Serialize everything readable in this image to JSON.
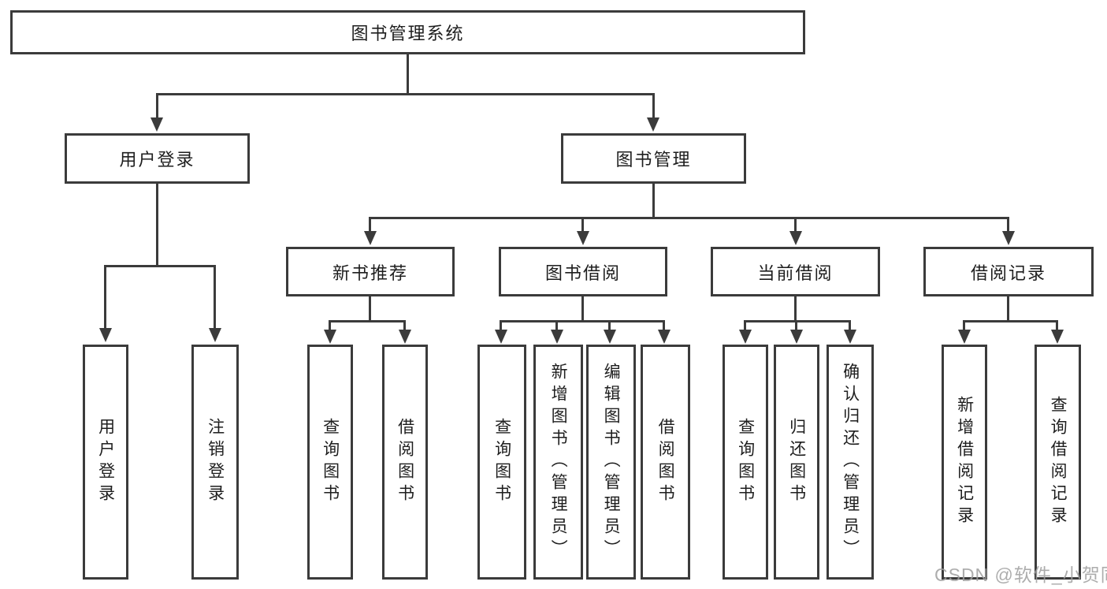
{
  "nodes": {
    "root": {
      "label": "图书管理系统"
    },
    "user_login": {
      "label": "用户登录"
    },
    "book_mgmt": {
      "label": "图书管理"
    },
    "new_book_rec": {
      "label": "新书推荐"
    },
    "book_borrow": {
      "label": "图书借阅"
    },
    "current_borrow": {
      "label": "当前借阅"
    },
    "borrow_records": {
      "label": "借阅记录"
    },
    "leaf_user_login": {
      "label": "用户登录"
    },
    "leaf_logout": {
      "label": "注销登录"
    },
    "leaf_rec_query": {
      "label": "查询图书"
    },
    "leaf_rec_borrow": {
      "label": "借阅图书"
    },
    "leaf_bb_query": {
      "label": "查询图书"
    },
    "leaf_bb_add": {
      "label": "新增图书（管理员）"
    },
    "leaf_bb_edit": {
      "label": "编辑图书（管理员）"
    },
    "leaf_bb_borrow": {
      "label": "借阅图书"
    },
    "leaf_cb_query": {
      "label": "查询图书"
    },
    "leaf_cb_return": {
      "label": "归还图书"
    },
    "leaf_cb_confirm": {
      "label": "确认归还（管理员）"
    },
    "leaf_br_add": {
      "label": "新增借阅记录"
    },
    "leaf_br_query": {
      "label": "查询借阅记录"
    }
  },
  "watermark": "CSDN @软件_小贺同学",
  "colors": {
    "line": "#3b3b3b",
    "text": "#1e1e1e",
    "watermark": "#9f9f9f",
    "bg": "#ffffff"
  }
}
